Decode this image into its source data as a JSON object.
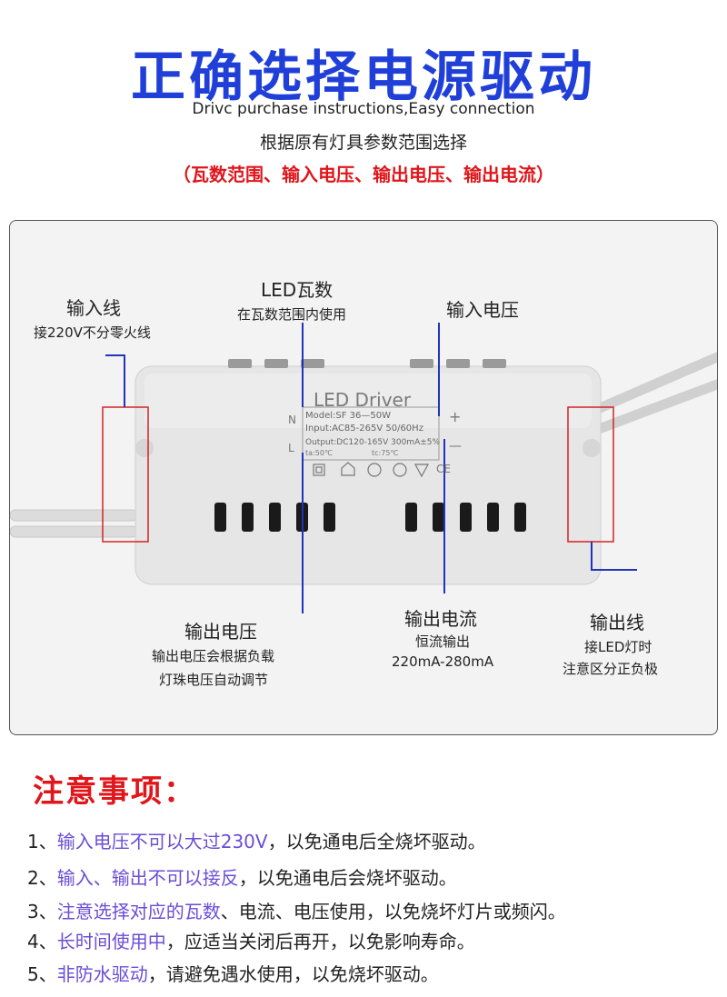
{
  "header": {
    "title": "正确选择电源驱动",
    "subtitle_en": "Drivc purchase instructions,Easy connection",
    "subtitle_cn": "根据原有灯具参数范围选择",
    "subtitle_params": "（瓦数范围、输入电压、输出电压、输出电流）"
  },
  "diagram": {
    "input_wire": {
      "title": "输入线",
      "desc": "接220V不分零火线"
    },
    "led_watt": {
      "title": "LED瓦数",
      "desc": "在瓦数范围内使用"
    },
    "input_voltage": {
      "title": "输入电压"
    },
    "output_voltage": {
      "title": "输出电压",
      "desc_line1": "输出电压会根据负载",
      "desc_line2": "灯珠电压自动调节"
    },
    "output_current": {
      "title": "输出电流",
      "desc_line1": "恒流输出",
      "desc_line2": "220mA-280mA"
    },
    "output_wire": {
      "title": "输出线",
      "desc_line1": "接LED灯时",
      "desc_line2": "注意区分正负极"
    },
    "device": {
      "name": "LED Driver",
      "model": "Model:SF 36—50W",
      "input": "Input:AC85-265V 50/60Hz",
      "output": "Output:DC120-165V 300mA±5%",
      "ta": "ta:50℃",
      "tc": "tc:75℃",
      "n": "N",
      "l": "L",
      "plus": "+",
      "minus": "—",
      "ce": "CE"
    }
  },
  "notes": {
    "title": "注意事项：",
    "items": [
      {
        "num": "1、",
        "highlight": "输入电压不可以大过230V",
        "rest": "，以免通电后全烧坏驱动。"
      },
      {
        "num": "2、",
        "highlight": "输入、输出不可以接反",
        "rest": "，以免通电后会烧坏驱动。"
      },
      {
        "num": "3、",
        "highlight": "注意选择对应的瓦数",
        "rest": "、电流、电压使用，以免烧坏灯片或频闪。"
      },
      {
        "num": "4、",
        "highlight": "长时间使用中",
        "rest": "，应适当关闭后再开，以免影响寿命。"
      },
      {
        "num": "5、",
        "highlight": "非防水驱动",
        "rest": "，请避免遇水使用，以免烧坏驱动。"
      }
    ]
  },
  "colors": {
    "title_blue": "#1f3fd8",
    "red": "#e0161b",
    "line_blue": "#2233bb",
    "highlight_purple": "#6b4dd6"
  }
}
